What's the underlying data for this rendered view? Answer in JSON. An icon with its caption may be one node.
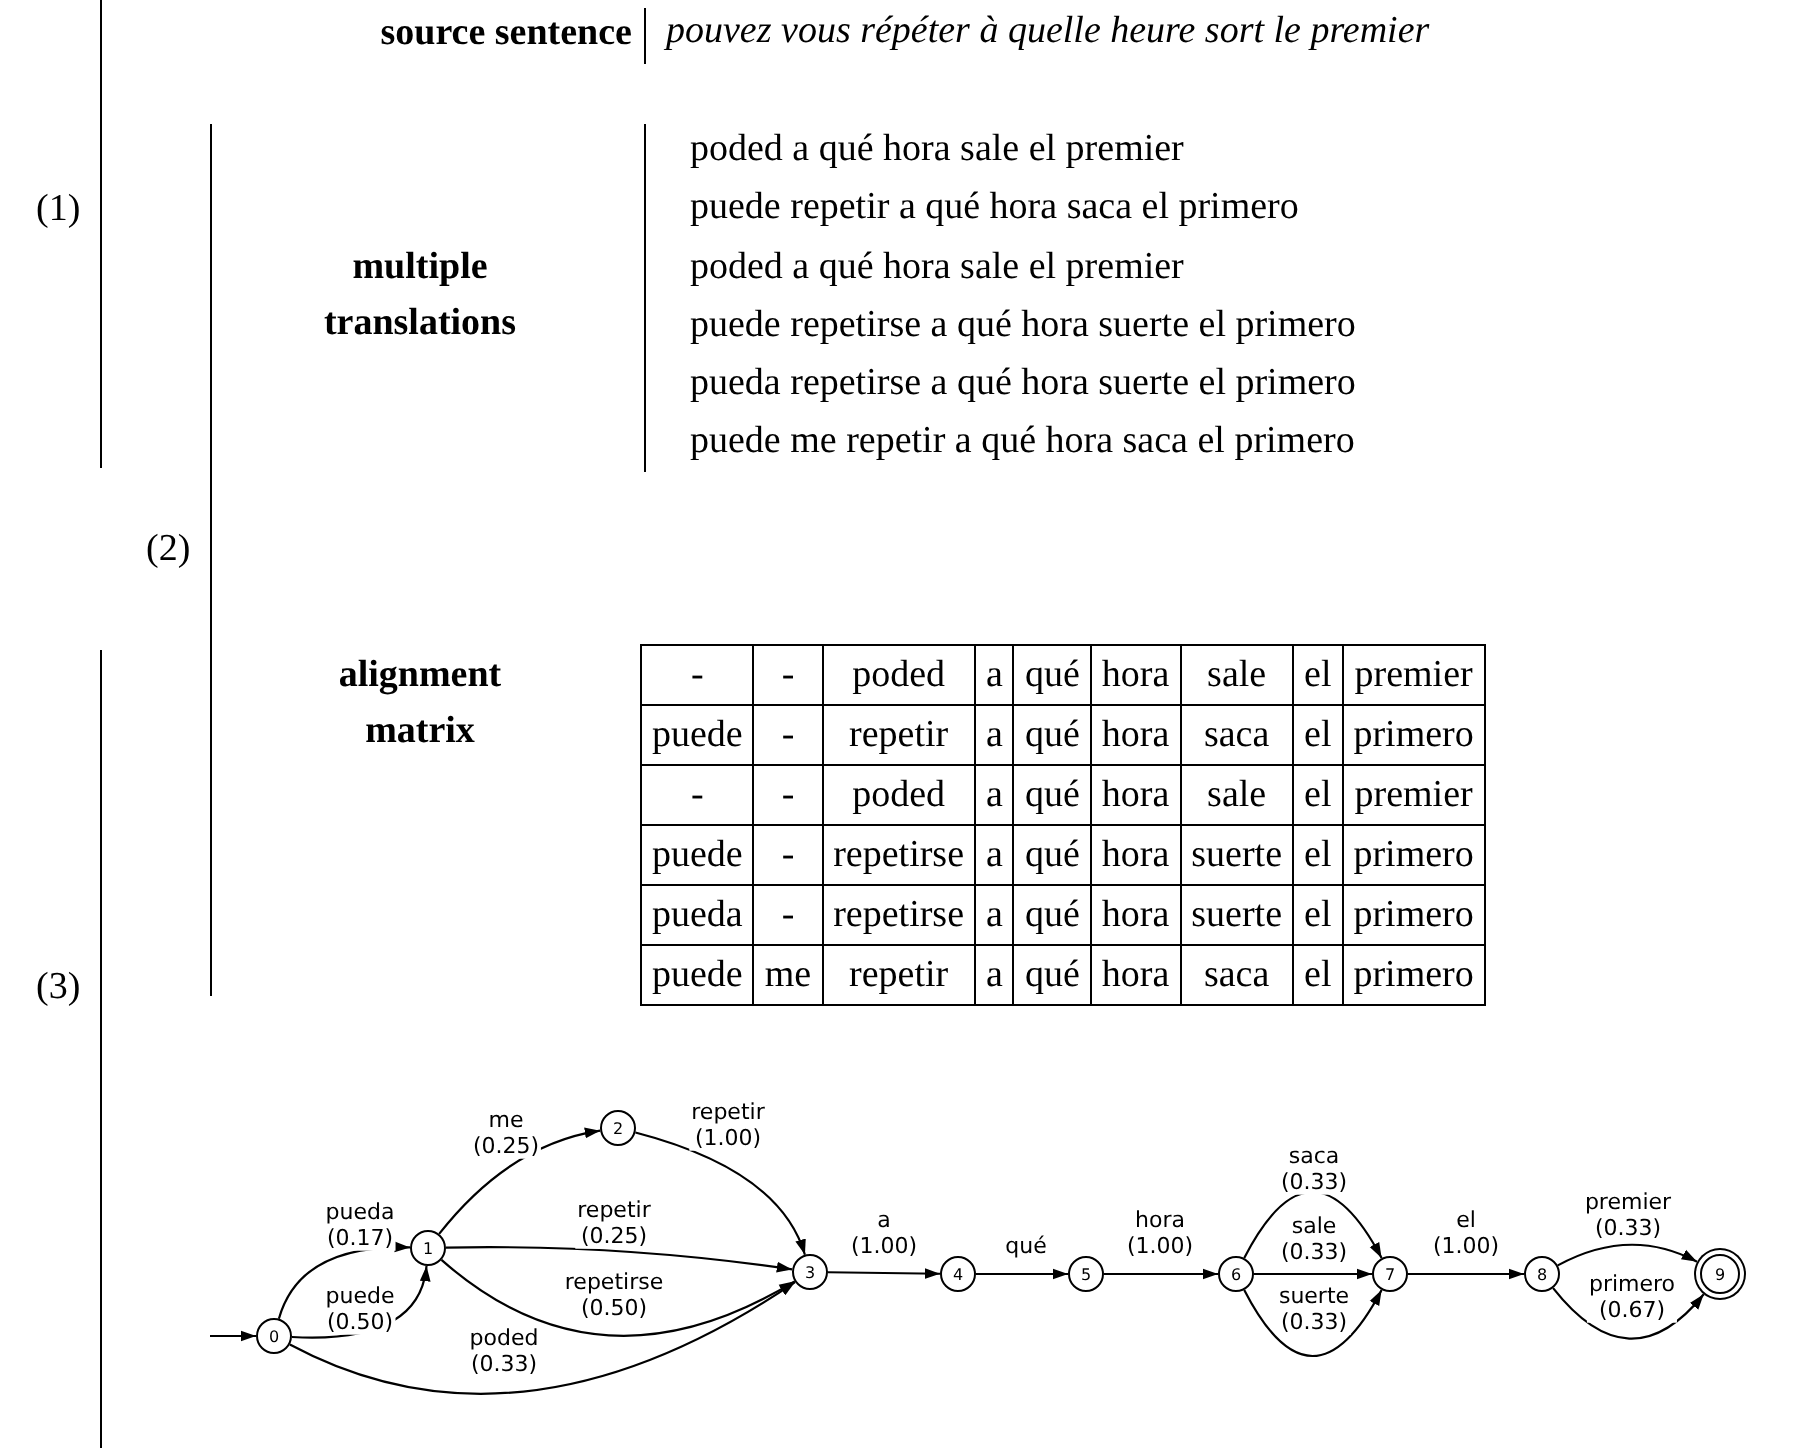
{
  "diagram": {
    "nodes": [
      {
        "text": [
          "0"
        ]
      },
      {
        "text": [
          "1"
        ]
      },
      {
        "text": [
          "2"
        ]
      },
      {
        "text": [
          "3"
        ]
      },
      {
        "text": [
          "4"
        ]
      },
      {
        "text": [
          "5"
        ]
      },
      {
        "text": [
          "6"
        ]
      },
      {
        "text": [
          "7"
        ]
      },
      {
        "text": [
          "8"
        ]
      },
      {
        "text": [
          "9"
        ]
      }
    ],
    "edges": [
      {
        "from": null,
        "to": 0,
        "arrow": "to"
      },
      {
        "from": 0,
        "to": 1,
        "arrow": "to",
        "label": "pueda (0.17)"
      },
      {
        "from": 0,
        "to": 1,
        "arrow": "to",
        "label": "puede (0.50)"
      },
      {
        "from": 1,
        "to": 2,
        "arrow": "to",
        "label": "me (0.25)"
      },
      {
        "from": 1,
        "to": 3,
        "arrow": "to",
        "label": "repetir (0.25)"
      },
      {
        "from": 1,
        "to": 3,
        "arrow": "to",
        "label": "repetirse (0.50)"
      },
      {
        "from": 0,
        "to": 3,
        "arrow": "to",
        "label": "poded (0.33)"
      },
      {
        "from": 2,
        "to": 3,
        "arrow": "to",
        "label": "repetir (1.00)"
      },
      {
        "from": 3,
        "to": 4,
        "arrow": "to",
        "label": "a (1.00)"
      },
      {
        "from": 4,
        "to": 5,
        "arrow": "to",
        "label": "qué"
      },
      {
        "from": 5,
        "to": 6,
        "arrow": "to",
        "label": "hora (1.00)"
      },
      {
        "from": 6,
        "to": 7,
        "arrow": "to",
        "label": "saca (0.33)"
      },
      {
        "from": 6,
        "to": 7,
        "arrow": "to",
        "label": "sale (0.33)"
      },
      {
        "from": 6,
        "to": 7,
        "arrow": "to",
        "label": "suerte (0.33)"
      },
      {
        "from": 7,
        "to": 8,
        "arrow": "to",
        "label": "el (1.00)"
      },
      {
        "from": 8,
        "to": 9,
        "arrow": "to",
        "label": "premier (0.33)"
      },
      {
        "from": 8,
        "to": 9,
        "arrow": "to",
        "label": "primero (0.67)"
      }
    ],
    "labels": [
      "source sentence",
      "pouvez vous répéter à quelle heure sort le premier",
      "(1)",
      "multiple translations",
      "poded a qué hora sale el premier",
      "puede repetir a qué hora saca el primero",
      "poded a qué hora sale el premier",
      "puede repetirse a qué hora suerte el primero",
      "pueda repetirse a qué hora suerte el primero",
      "puede me repetir a qué hora saca el primero",
      "(2)",
      "alignment matrix",
      "-",
      "-",
      "poded",
      "a",
      "qué",
      "hora",
      "sale",
      "el",
      "premier",
      "puede",
      "-",
      "repetir",
      "a",
      "qué",
      "hora",
      "saca",
      "el",
      "primero",
      "-",
      "-",
      "poded",
      "a",
      "qué",
      "hora",
      "sale",
      "el",
      "premier",
      "puede",
      "-",
      "repetirse",
      "a",
      "qué",
      "hora",
      "suerte",
      "el",
      "primero",
      "pueda",
      "-",
      "repetirse",
      "a",
      "qué",
      "hora",
      "suerte",
      "el",
      "primero",
      "(3)",
      "puede",
      "me",
      "repetir",
      "a",
      "qué",
      "hora",
      "saca",
      "el",
      "primero"
    ]
  }
}
